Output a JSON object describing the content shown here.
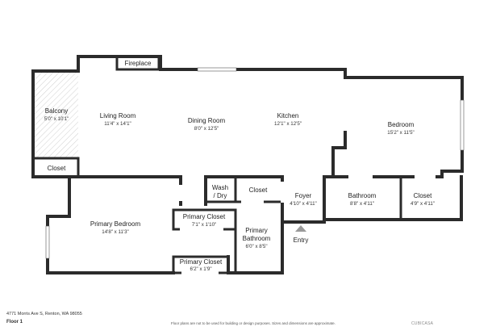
{
  "address": "4771 Morris Ave S, Renton, WA 98055",
  "floor_label": "Floor 1",
  "disclaimer": "Floor plans are not to be used for building or design purposes. Sizes and dimensions are approximate.",
  "brand_mark": "CUBICASA",
  "fireplace_label": "Fireplace",
  "entry_label": "Entry",
  "rooms": {
    "balcony": {
      "name": "Balcony",
      "dims": "5'0\" x 10'1\""
    },
    "closet_balcony": {
      "name": "Closet",
      "dims": ""
    },
    "living_room": {
      "name": "Living Room",
      "dims": "11'4\" x 14'1\""
    },
    "dining_room": {
      "name": "Dining Room",
      "dims": "8'0\" x 12'5\""
    },
    "kitchen": {
      "name": "Kitchen",
      "dims": "12'1\" x 12'5\""
    },
    "bedroom": {
      "name": "Bedroom",
      "dims": "15'2\" x 11'5\""
    },
    "wash_dry": {
      "name": "Wash",
      "name2": "/ Dry"
    },
    "closet_hall": {
      "name": "Closet"
    },
    "foyer": {
      "name": "Foyer",
      "dims": "4'10\" x 4'11\""
    },
    "bathroom": {
      "name": "Bathroom",
      "dims": "8'8\" x 4'11\""
    },
    "closet_bed": {
      "name": "Closet",
      "dims": "4'9\" x 4'11\""
    },
    "primary_bedroom": {
      "name": "Primary Bedroom",
      "dims": "14'8\" x 11'3\""
    },
    "primary_closet_1": {
      "name": "Primary Closet",
      "dims": "7'1\" x 1'10\""
    },
    "primary_bathroom": {
      "name": "Primary",
      "name2": "Bathroom",
      "dims": "6'0\" x 8'5\""
    },
    "primary_closet_2": {
      "name": "Primary Closet",
      "dims": "6'2\" x 1'9\""
    }
  },
  "colors": {
    "wall": "#2b2b2b",
    "balcony_hatch": "#d8d8d8",
    "window": "#ffffff",
    "entry_arrow": "#9a9a9a"
  }
}
